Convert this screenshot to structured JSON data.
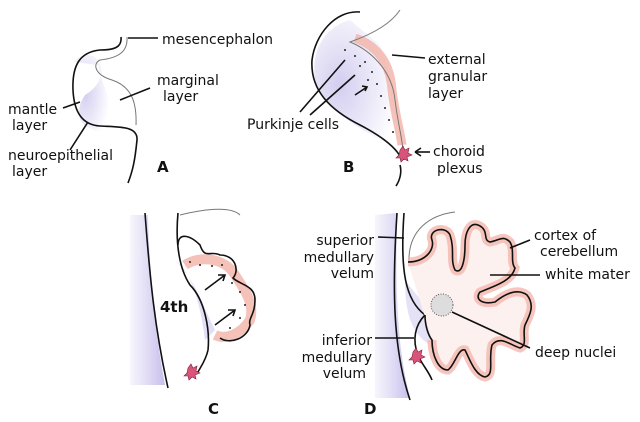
{
  "panels": {
    "A": {
      "label": "A",
      "mesencephalon": "mesencephalon",
      "marginal": [
        "marginal",
        "layer"
      ],
      "mantle": [
        "mantle",
        "layer"
      ],
      "neuroepithelial": [
        "neuroepithelial",
        "layer"
      ]
    },
    "B": {
      "label": "B",
      "external_granular": [
        "external",
        "granular",
        "layer"
      ],
      "purkinje": "Purkinje cells",
      "choroid": [
        "choroid",
        "plexus"
      ]
    },
    "C": {
      "label": "C",
      "ventricle": "4th"
    },
    "D": {
      "label": "D",
      "superior": [
        "superior",
        "medullary",
        "velum"
      ],
      "cortex": [
        "cortex of",
        "cerebellum"
      ],
      "white": "white mater",
      "inferior": [
        "inferior",
        "medullary",
        "velum"
      ],
      "deep": "deep nuclei"
    }
  },
  "colors": {
    "mantle_purple": "#cfc8ee",
    "cortex_pink": "#f3b3a8",
    "choroid": "#d9547a"
  }
}
